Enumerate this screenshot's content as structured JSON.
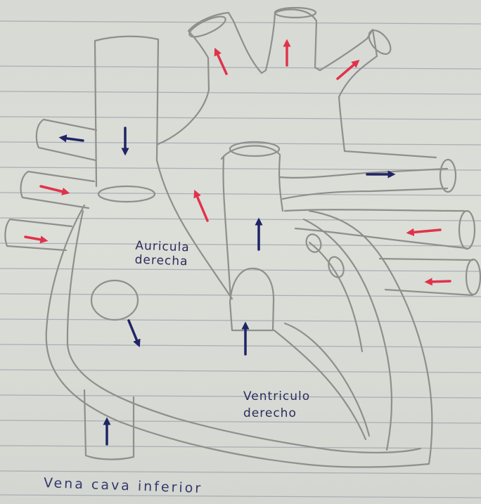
{
  "labels": {
    "auricula_derecha": "Auricula\nderecha",
    "ventriculo_derecho": "Ventriculo\nderecho",
    "vena_cava_inferior": "Vena cava inferior"
  },
  "colors": {
    "paper": "#d9dbd6",
    "ruled_line": "#9ea3ae",
    "pencil": "#8f8f8c",
    "oxygenated_arrow": "#e0334a",
    "deoxygenated_arrow": "#1f2466",
    "ink": "#2a2e5c"
  },
  "arrows": {
    "oxygenated": [
      "red",
      "red",
      "red",
      "red",
      "red",
      "red",
      "red",
      "red"
    ],
    "deoxygenated": [
      "blue",
      "blue",
      "blue",
      "blue",
      "blue",
      "blue",
      "blue"
    ]
  }
}
